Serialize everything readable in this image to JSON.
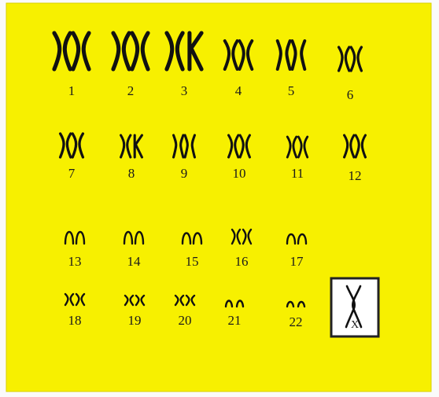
{
  "colors": {
    "background": "#f7f000",
    "chromosome": "#111111",
    "frame": "#222222",
    "box_fill": "#ffffff"
  },
  "pairs": [
    {
      "label": "1"
    },
    {
      "label": "2"
    },
    {
      "label": "3"
    },
    {
      "label": "4"
    },
    {
      "label": "5"
    },
    {
      "label": "6"
    },
    {
      "label": "7"
    },
    {
      "label": "8"
    },
    {
      "label": "9"
    },
    {
      "label": "10"
    },
    {
      "label": "11"
    },
    {
      "label": "12"
    },
    {
      "label": "13"
    },
    {
      "label": "14"
    },
    {
      "label": "15"
    },
    {
      "label": "16"
    },
    {
      "label": "17"
    },
    {
      "label": "18"
    },
    {
      "label": "19"
    },
    {
      "label": "20"
    },
    {
      "label": "21"
    },
    {
      "label": "22"
    }
  ],
  "sex_chromosome": {
    "label": "X"
  }
}
